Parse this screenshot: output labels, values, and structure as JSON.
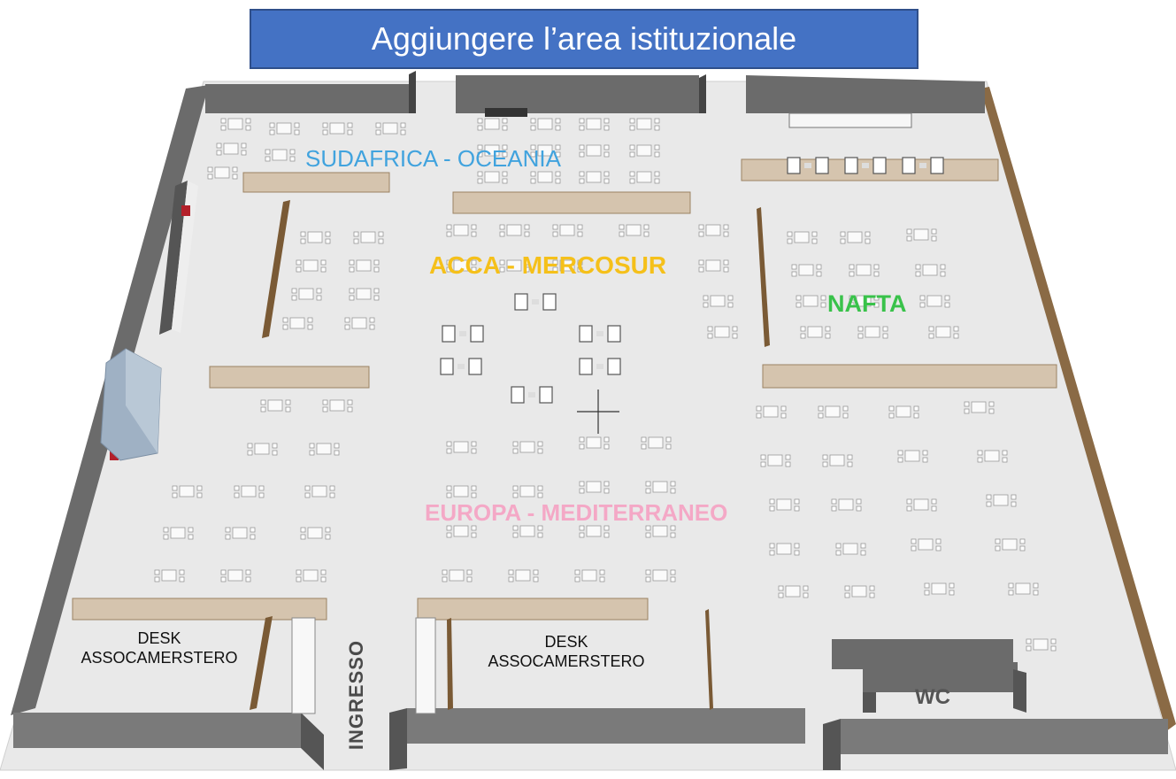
{
  "banner": {
    "title": "Aggiungere l’area istituzionale"
  },
  "zones": {
    "sudafrica": "SUDAFRICA - OCEANIA",
    "acca": "ACCA - MERCOSUR",
    "nafta": "NAFTA",
    "europa": "EUROPA - MEDITERRANEO",
    "wc": "WC"
  },
  "desks": {
    "left": {
      "line1": "DESK",
      "line2": "ASSOCAMERSTERO"
    },
    "right": {
      "line1": "DESK",
      "line2": "ASSOCAMERSTERO"
    }
  },
  "entrance": "INGRESSO",
  "colors": {
    "banner": "#4472c4",
    "sudafrica": "#41a3de",
    "acca": "#f5c01a",
    "nafta": "#39c24a",
    "europa": "#f4a8c6",
    "floor": "#e9e9e9",
    "wall": "#6b6b6b"
  }
}
